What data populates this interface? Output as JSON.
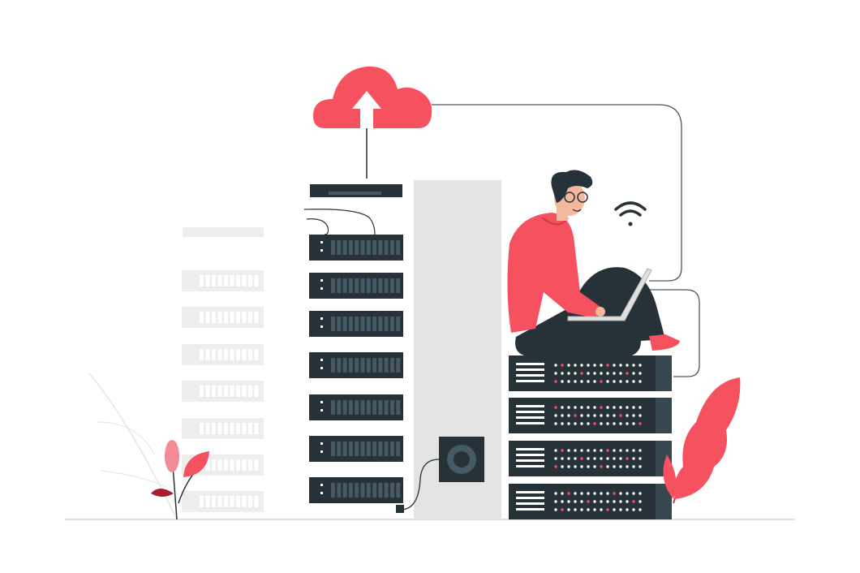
{
  "colors": {
    "accent": "#f5515f",
    "dark": "#263238",
    "panel": "#e0e0e0",
    "faded": "#ededed",
    "led_red": "#f5515f",
    "led_white": "#ffffff"
  },
  "rack": {
    "main_units": 7,
    "faded_units": 7,
    "stack_units": 4
  }
}
